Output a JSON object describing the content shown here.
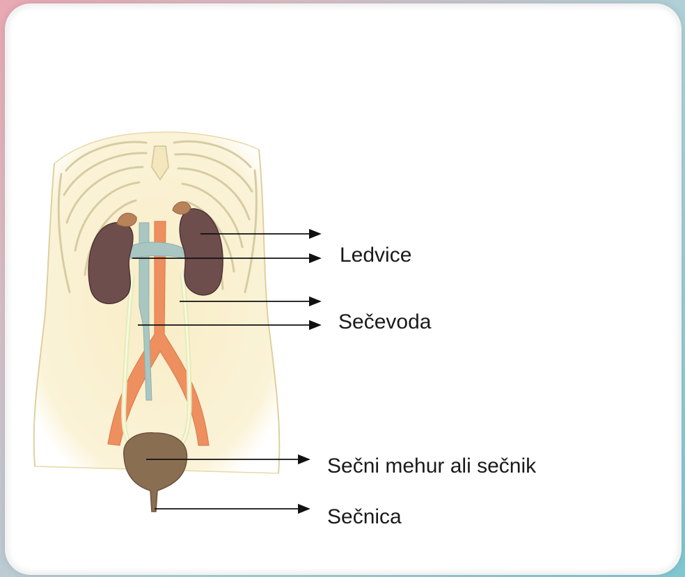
{
  "labels": {
    "ledvice": "Ledvice",
    "secevoda": "Sečevoda",
    "mehur": "Sečni mehur ali sečnik",
    "secnica": "Sečnica"
  },
  "colors": {
    "skin": "#f8edc6",
    "kidney": "#6e4d4d",
    "adrenal": "#b9835a",
    "aorta": "#ee8f5f",
    "vena": "#a9c6c2",
    "ureter": "#eef3c8",
    "bladder": "#8a6e52",
    "rib": "#d9cfa7"
  }
}
